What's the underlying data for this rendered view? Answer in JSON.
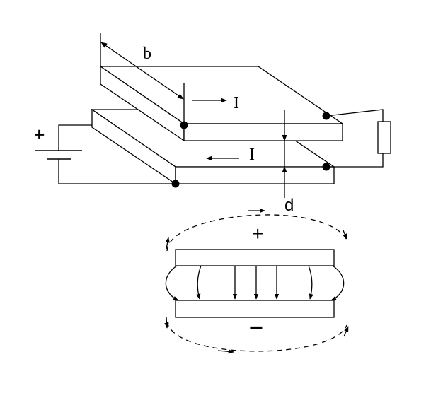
{
  "labels": {
    "width": "b",
    "gap": "d",
    "current_top": "I",
    "current_bottom": "I",
    "battery_plus": "+",
    "charge_top": "+",
    "charge_bottom": "−"
  }
}
